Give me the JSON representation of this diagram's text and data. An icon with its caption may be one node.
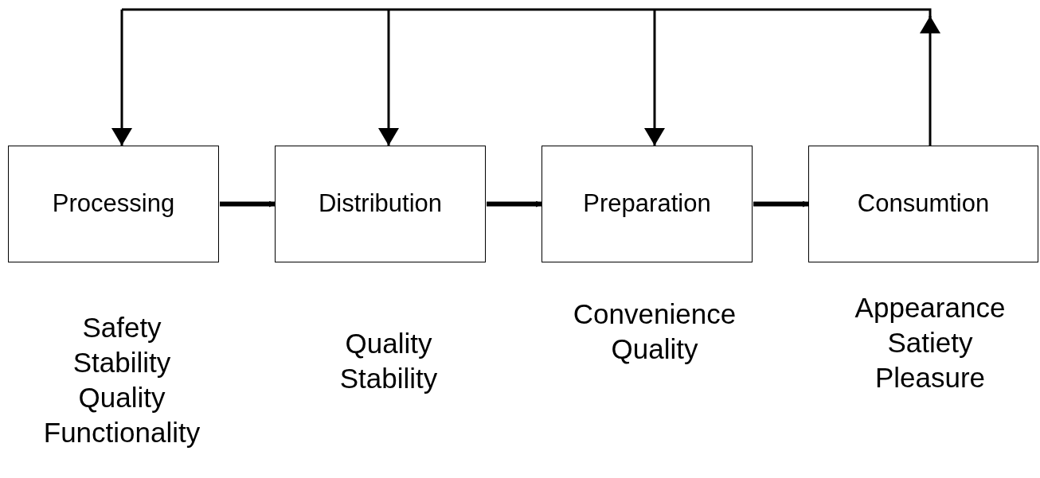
{
  "diagram": {
    "nodes": [
      {
        "text": [
          "Processing"
        ],
        "beside": [
          "Safety",
          "Stability",
          "Quality",
          "Functionality"
        ]
      },
      {
        "text": [
          "Distribution"
        ],
        "beside": [
          "Quality",
          "Stability"
        ]
      },
      {
        "text": [
          "Preparation"
        ],
        "beside": [
          "Convenience",
          "Quality"
        ]
      },
      {
        "text": [
          "Consumtion"
        ],
        "beside": [
          "Appearance",
          "Satiety",
          "Pleasure"
        ]
      }
    ],
    "edges": [
      {
        "from": 0,
        "to": 1,
        "arrow": "to",
        "style": "thick"
      },
      {
        "from": 1,
        "to": 2,
        "arrow": "to",
        "style": "thick"
      },
      {
        "from": 2,
        "to": 3,
        "arrow": "to",
        "style": "thick"
      },
      {
        "from": 3,
        "to": 0,
        "arrow": "to"
      },
      {
        "from": 3,
        "to": 1,
        "arrow": "to"
      },
      {
        "from": 3,
        "to": 2,
        "arrow": "to"
      }
    ]
  }
}
